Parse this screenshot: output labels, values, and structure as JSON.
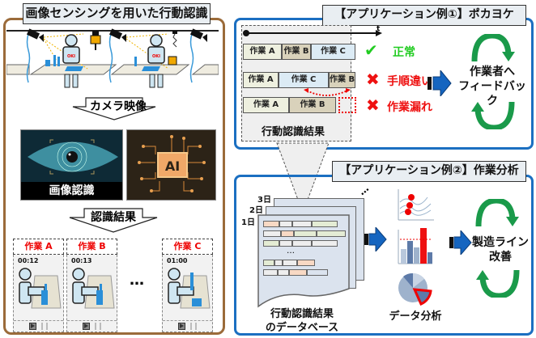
{
  "left_panel": {
    "title": "画像センシングを用いた行動認識",
    "camera_arrow_label": "カメラ映像",
    "image_recognition_label": "画像認識",
    "ai_label": "AI",
    "results_arrow_label": "認識結果",
    "worker_badge": "OKI",
    "tasks": [
      {
        "label": "作業 A",
        "time": "00:12"
      },
      {
        "label": "作業 B",
        "time": "00:13"
      },
      {
        "label": "作業 C",
        "time": "01:00"
      }
    ],
    "ellipsis": "…"
  },
  "app1": {
    "title": "【アプリケーション例①】ポカヨケ",
    "time_axis_label": "t",
    "rows": [
      {
        "cells": [
          "作業 A",
          "作業 B",
          "作業 C"
        ],
        "status": "正常",
        "status_type": "ok"
      },
      {
        "cells": [
          "作業 A",
          "作業 C",
          "作業 B"
        ],
        "status": "手順違い",
        "status_type": "ng"
      },
      {
        "cells": [
          "作業 A",
          "作業 B"
        ],
        "status": "作業漏れ",
        "status_type": "ng"
      }
    ],
    "result_label": "行動認識結果",
    "feedback_line1": "作業者へ",
    "feedback_line2": "フィードバック"
  },
  "app2": {
    "title": "【アプリケーション例②】作業分析",
    "days": [
      "3日",
      "2日",
      "1日"
    ],
    "db_ellipsis": "…",
    "db_label_line1": "行動認識結果",
    "db_label_line2": "のデータベース",
    "analysis_label": "データ分析",
    "improve_line1": "製造ライン",
    "improve_line2": "改善"
  },
  "colors": {
    "left_border": "#9b6b3a",
    "right_border": "#1b6fc1",
    "ok_green": "#22cc22",
    "ng_red": "#ee1111",
    "cycle_green": "#1a9a4a",
    "arrow_blue": "#1565c0"
  }
}
